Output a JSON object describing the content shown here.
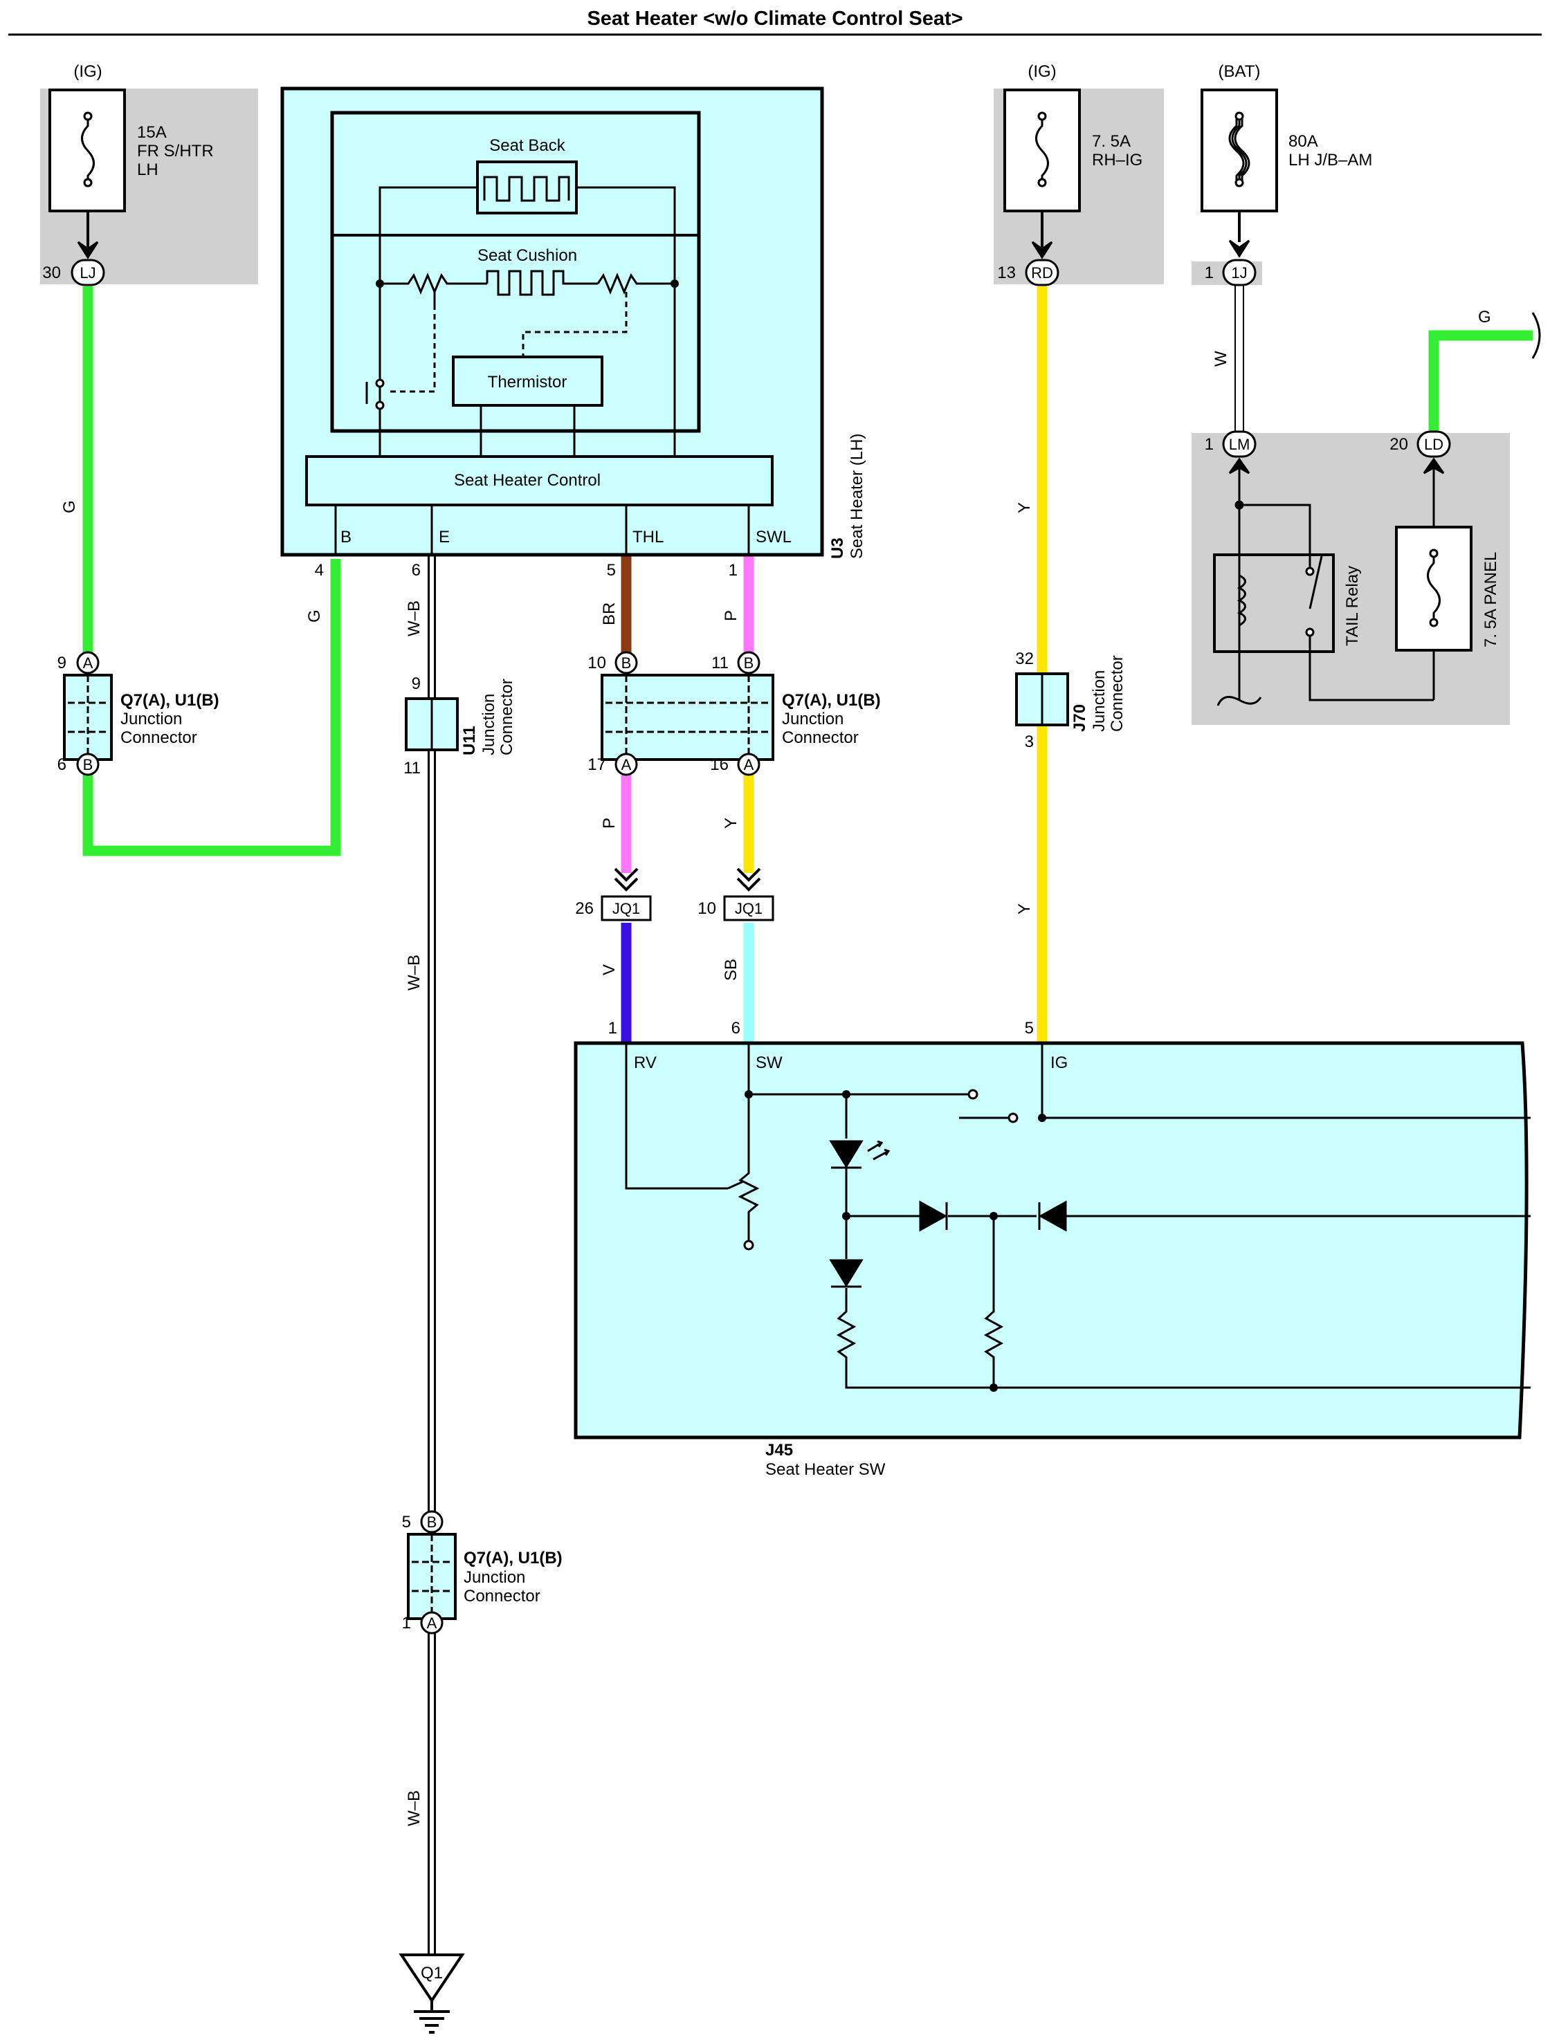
{
  "title": "Seat Heater <w/o Climate Control Seat>",
  "power": {
    "ig_left": "(IG)",
    "ig_right": "(IG)",
    "bat": "(BAT)"
  },
  "fuses": {
    "fr_shtr": {
      "rating": "15A",
      "name1": "FR S/HTR",
      "name2": "LH"
    },
    "rh_ig": {
      "rating": "7. 5A",
      "name1": "RH–IG"
    },
    "lh_jb_am": {
      "rating": "80A",
      "name1": "LH J/B–AM"
    },
    "panel": {
      "label": "7. 5A PANEL"
    }
  },
  "connectors": {
    "lj": {
      "name": "LJ",
      "pin": "30"
    },
    "rd": {
      "name": "RD",
      "pin": "13"
    },
    "one_j": {
      "name": "1J",
      "pin": "1"
    },
    "lm": {
      "name": "LM",
      "pin": "1"
    },
    "ld": {
      "name": "LD",
      "pin": "20"
    },
    "jq1_p": {
      "name": "JQ1",
      "pin": "26"
    },
    "jq1_y": {
      "name": "JQ1",
      "pin": "10"
    }
  },
  "components": {
    "seat_back": "Seat Back",
    "seat_cushion": "Seat Cushion",
    "thermistor": "Thermistor",
    "seat_heater_control": "Seat Heater Control",
    "u3_code": "U3",
    "u3_name": "Seat Heater (LH)",
    "tail_relay": "TAIL Relay",
    "j45_code": "J45",
    "j45_name": "Seat Heater SW",
    "ground": "Q1"
  },
  "terminals": {
    "b": "B",
    "e": "E",
    "thl": "THL",
    "swl": "SWL",
    "rv": "RV",
    "sw": "SW",
    "ig": "IG"
  },
  "pins": {
    "u3_b": "4",
    "u3_e": "6",
    "u3_thl": "5",
    "u3_swl": "1",
    "j45_rv": "1",
    "j45_sw": "6",
    "j45_ig": "5",
    "jc_left_a": "9",
    "jc_left_b": "6",
    "u11_top": "9",
    "u11_bot": "11",
    "jc_mid_b1": "10",
    "jc_mid_b2": "11",
    "jc_mid_a1": "17",
    "jc_mid_a2": "16",
    "j70_top": "32",
    "j70_bot": "3",
    "jc_low_b": "5",
    "jc_low_a": "1"
  },
  "junctions": {
    "q7u1_title": "Q7(A), U1(B)",
    "junction": "Junction",
    "connector": "Connector",
    "u11": "U11",
    "j70": "J70",
    "a": "A",
    "b": "B"
  },
  "wires": {
    "g": "G",
    "wb": "W–B",
    "br": "BR",
    "p": "P",
    "y": "Y",
    "v": "V",
    "sb": "SB",
    "w": "W"
  },
  "colors": {
    "panel_fill": "#ccffff",
    "shade": "#d0d0d0",
    "green": "#33ee33",
    "yellow": "#ffe600",
    "brown": "#8b3a14",
    "pink": "#ff77ff",
    "violet": "#3a10e6",
    "sky_blue": "#99ffff",
    "white_wire": "#ffffff",
    "black": "#000000"
  }
}
